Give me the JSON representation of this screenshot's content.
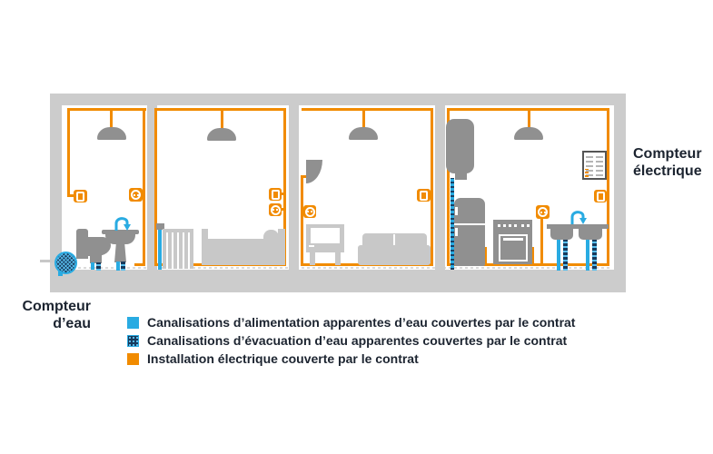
{
  "labels": {
    "water_meter_line1": "Compteur",
    "water_meter_line2": "d’eau",
    "electric_meter_line1": "Compteur",
    "electric_meter_line2": "électrique"
  },
  "legend": {
    "items": [
      {
        "label": "Canalisations d’alimentation apparentes d’eau couvertes par le contrat",
        "swatch_color": "#29ABE2",
        "swatch_style": "solid"
      },
      {
        "label": "Canalisations d’évacuation d’eau apparentes couvertes par le contrat",
        "swatch_color": "#173A5C",
        "swatch_style": "dotted-light-blue"
      },
      {
        "label": "Installation électrique couverte par le contrat",
        "swatch_color": "#F18B00",
        "swatch_style": "solid"
      }
    ]
  },
  "colors": {
    "electric_orange": "#F18B00",
    "water_supply_blue": "#29ABE2",
    "water_waste_navy": "#173A5C",
    "wall_gray": "#CCCCCC",
    "furniture_light_gray": "#C8C8C8",
    "furniture_dark_gray": "#909090",
    "text": "#1C2430"
  },
  "icons": {
    "switch": "switch-icon",
    "outlet": "outlet-icon",
    "faucet": "faucet-icon",
    "pendant_lamp": "pendant-lamp-icon",
    "wall_lamp": "wall-lamp-icon",
    "water_meter": "water-meter-icon",
    "electric_panel": "electric-panel-icon"
  }
}
